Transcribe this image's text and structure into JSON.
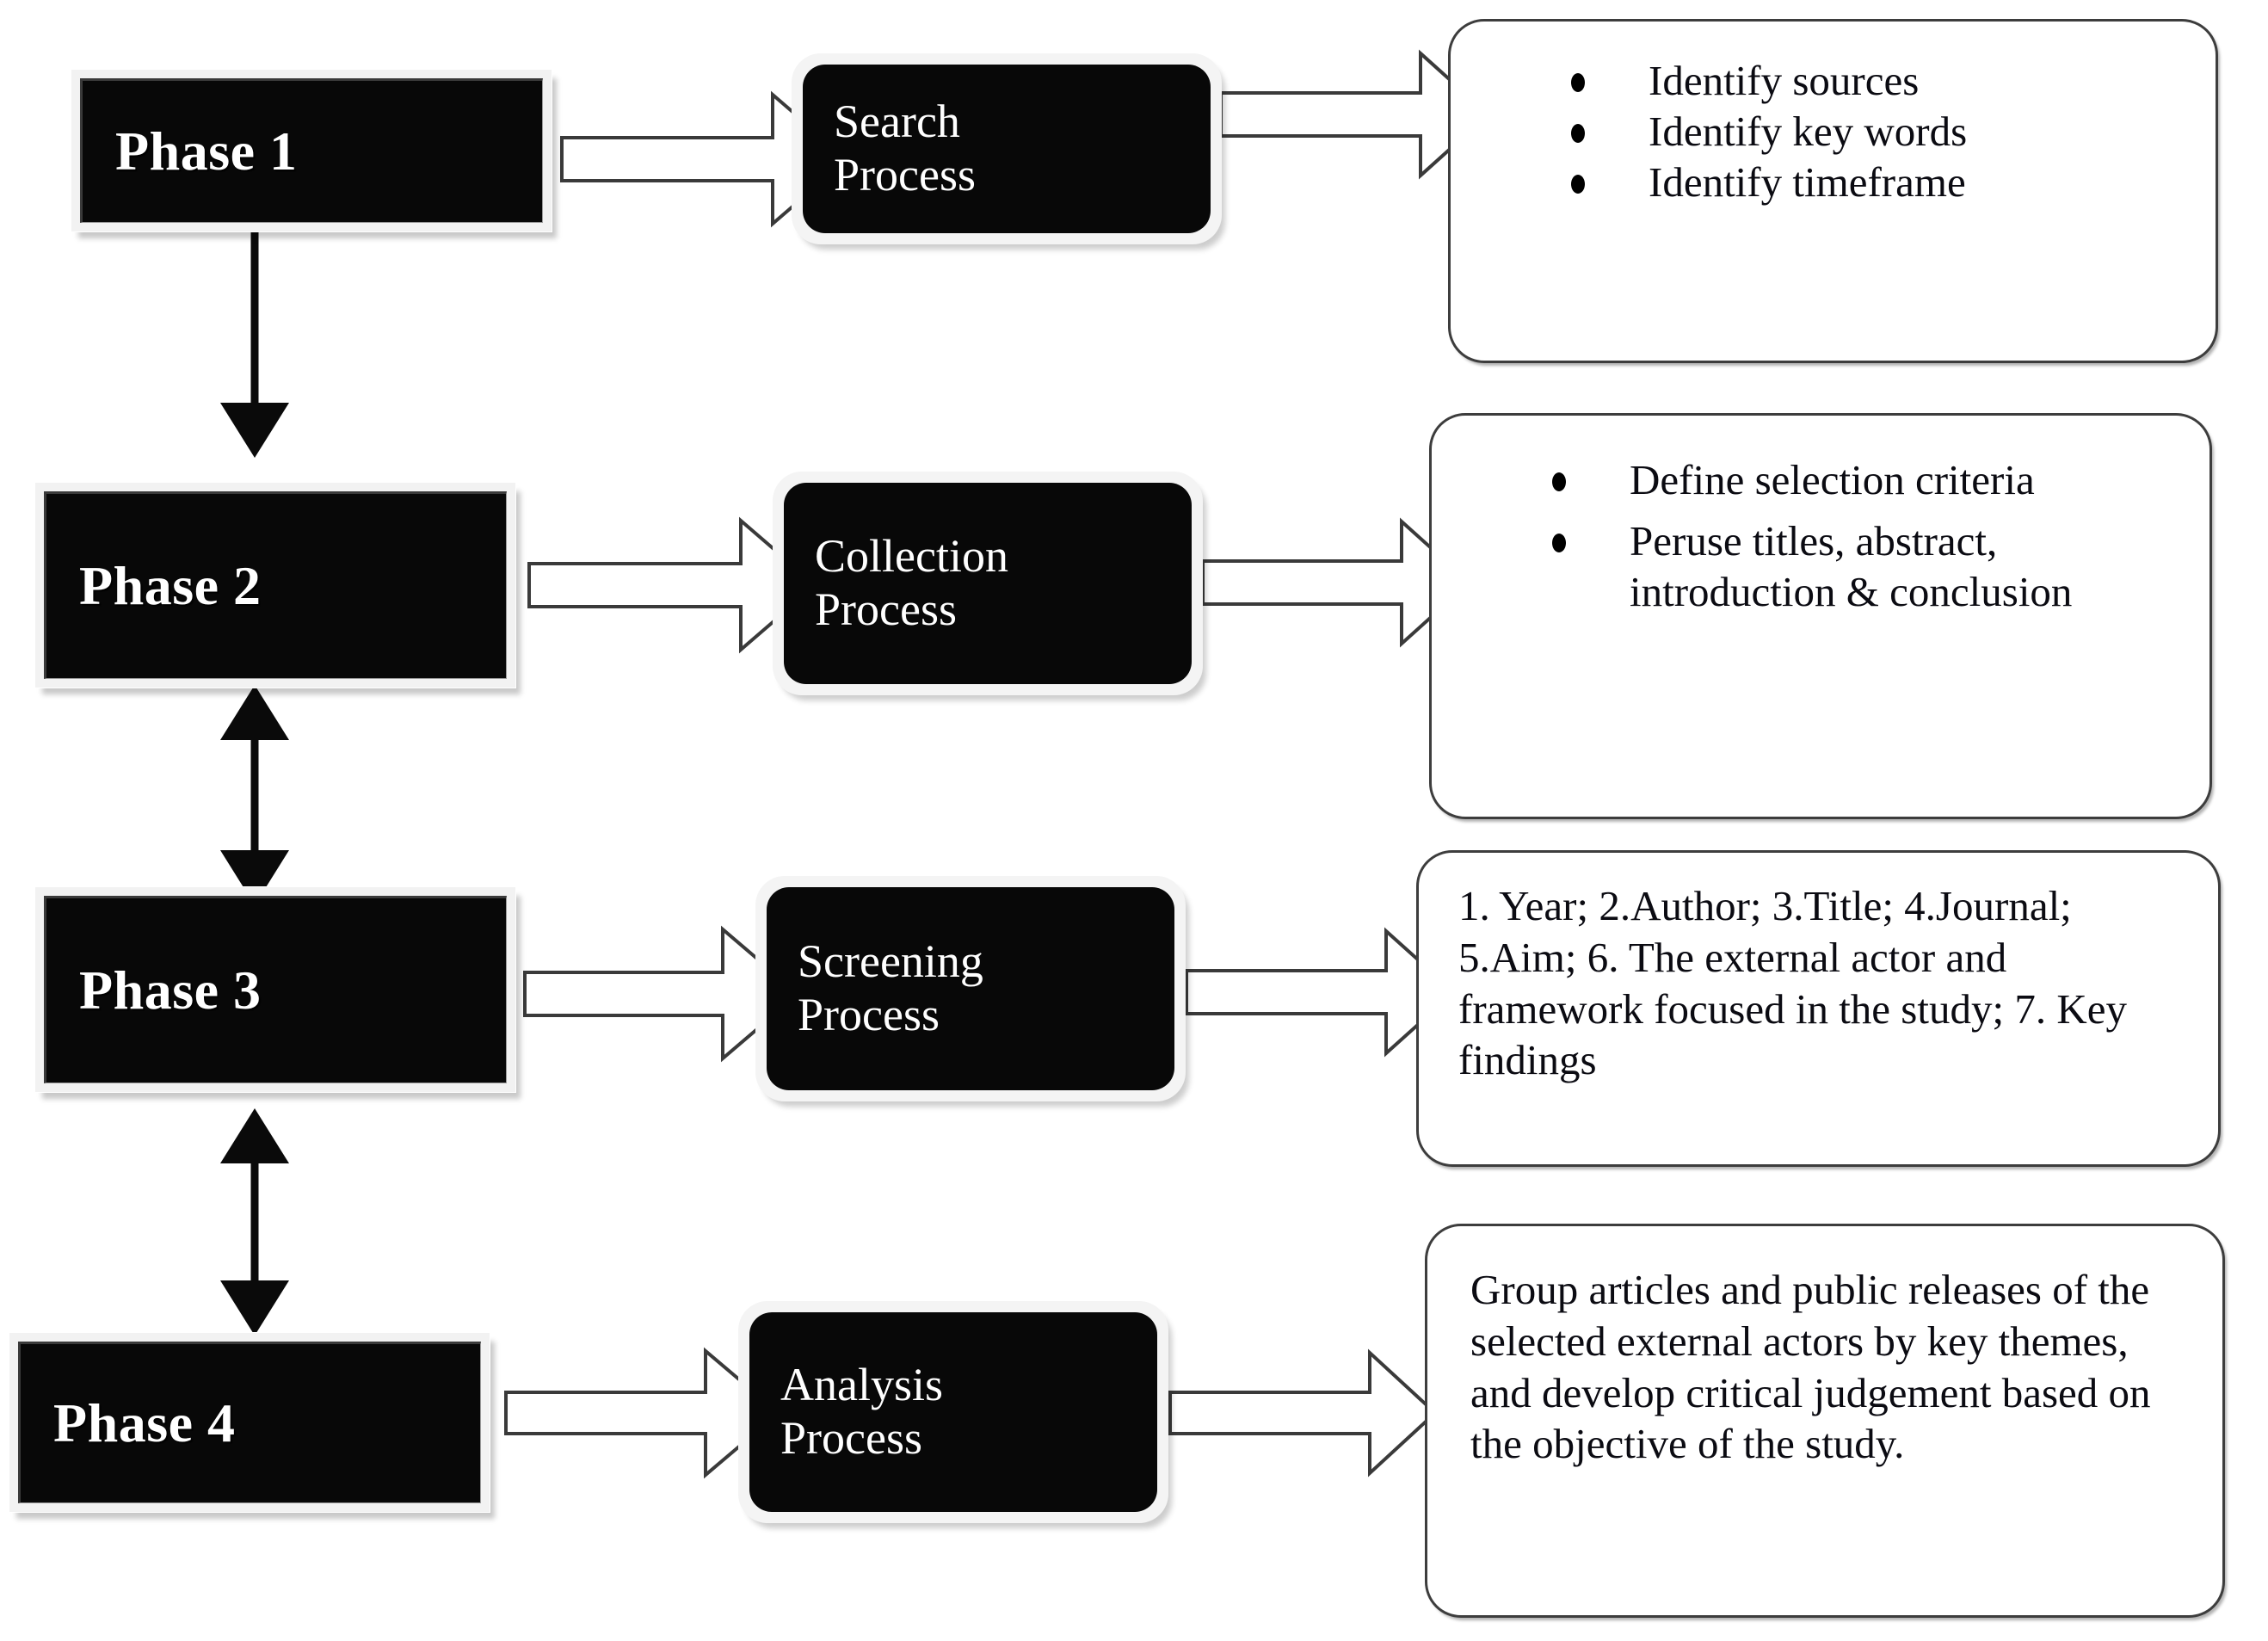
{
  "diagram": {
    "title": "Four-phase literature review process flowchart",
    "phases": [
      {
        "id": "phase-1",
        "label": "Phase 1",
        "process": {
          "line1": "Search",
          "line2": "Process"
        },
        "detail_kind": "bullets",
        "bullets": [
          "Identify sources",
          "Identify key words",
          "Identify timeframe"
        ]
      },
      {
        "id": "phase-2",
        "label": "Phase 2",
        "process": {
          "line1": "Collection",
          "line2": "Process"
        },
        "detail_kind": "bullets",
        "bullets": [
          "Define selection criteria",
          "Peruse titles, abstract, introduction & conclusion"
        ]
      },
      {
        "id": "phase-3",
        "label": "Phase 3",
        "process": {
          "line1": "Screening",
          "line2": "Process"
        },
        "detail_kind": "paragraph",
        "paragraph": "1. Year; 2.Author; 3.Title; 4.Journal; 5.Aim; 6. The external actor and framework focused in the study; 7. Key findings"
      },
      {
        "id": "phase-4",
        "label": "Phase 4",
        "process": {
          "line1": "Analysis",
          "line2": "Process"
        },
        "detail_kind": "paragraph",
        "paragraph": "Group articles and public releases of the selected external actors by key themes, and develop critical judgement based on the objective of the study."
      }
    ],
    "connectors": {
      "phase_to_process": "right-block-arrow",
      "process_to_detail": "right-block-arrow",
      "phase_to_phase": "vertical-double-headed-arrow",
      "vertical_link_count": 3
    },
    "colors": {
      "box_fill": "#080808",
      "box_text": "#ffffff",
      "panel_border": "#3d3d3d",
      "panel_text": "#0b0b12",
      "arrow_fill": "#ffffff",
      "arrow_stroke": "#3a3a3a",
      "background": "#ffffff"
    }
  }
}
